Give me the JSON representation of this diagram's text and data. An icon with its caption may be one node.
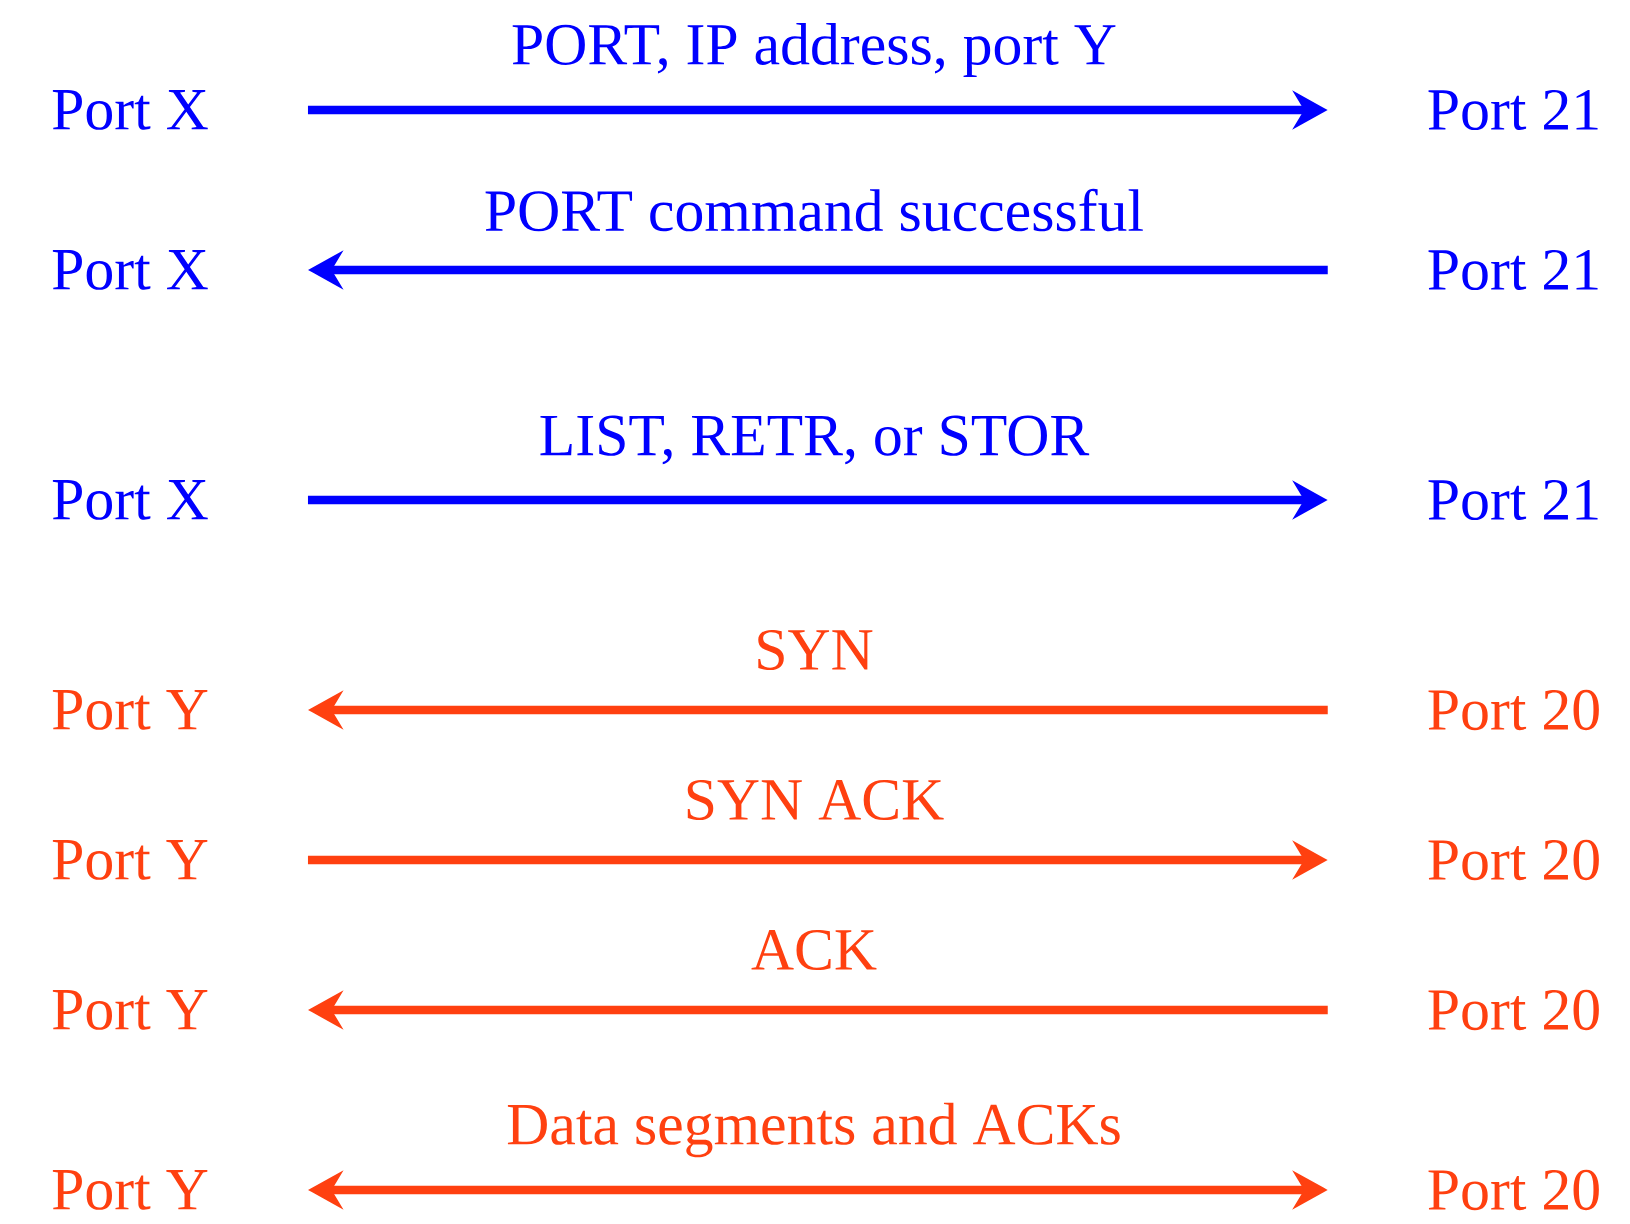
{
  "diagram": {
    "nodes": [
      {
        "text": [
          "Port X"
        ]
      },
      {
        "text": [
          "Port 21"
        ]
      },
      {
        "text": [
          "Port X"
        ]
      },
      {
        "text": [
          "Port 21"
        ]
      },
      {
        "text": [
          "Port X"
        ]
      },
      {
        "text": [
          "Port 21"
        ]
      },
      {
        "text": [
          "Port Y"
        ]
      },
      {
        "text": [
          "Port 20"
        ]
      },
      {
        "text": [
          "Port Y"
        ]
      },
      {
        "text": [
          "Port 20"
        ]
      },
      {
        "text": [
          "Port Y"
        ]
      },
      {
        "text": [
          "Port 20"
        ]
      },
      {
        "text": [
          "Port Y"
        ]
      },
      {
        "text": [
          "Port 20"
        ]
      }
    ],
    "edges": [
      {
        "from": 0,
        "to": 1,
        "arrow": "to",
        "label": "PORT, IP address, port Y",
        "color": "#0000ff"
      },
      {
        "from": 3,
        "to": 2,
        "arrow": "to",
        "label": "PORT command successful",
        "color": "#0000ff"
      },
      {
        "from": 4,
        "to": 5,
        "arrow": "to",
        "label": "LIST, RETR, or STOR",
        "color": "#0000ff"
      },
      {
        "from": 7,
        "to": 6,
        "arrow": "to",
        "label": "SYN"
      },
      {
        "from": 8,
        "to": 9,
        "arrow": "to",
        "label": "SYN ACK"
      },
      {
        "from": 11,
        "to": 10,
        "arrow": "to",
        "label": "ACK"
      },
      {
        "from": 12,
        "to": 13,
        "arrow": "both",
        "label": "Data segments and ACKs"
      }
    ]
  }
}
